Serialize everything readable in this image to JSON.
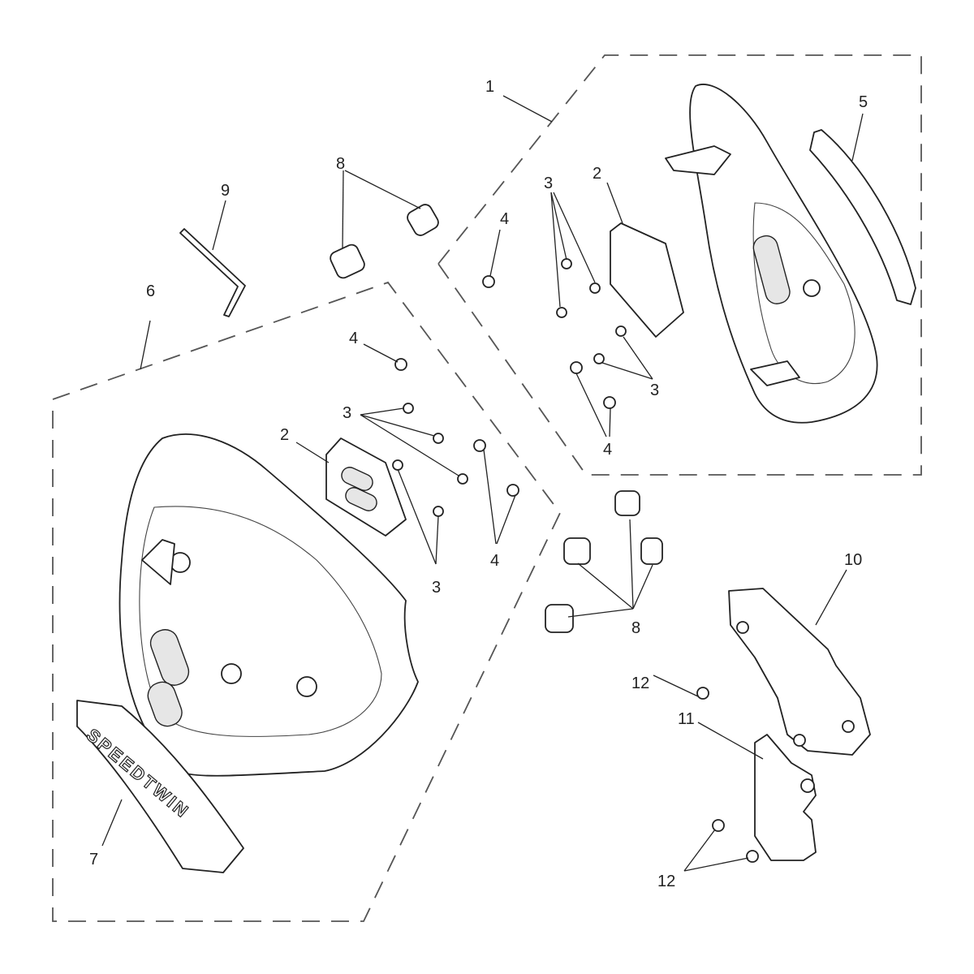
{
  "diagram": {
    "callouts": {
      "c1": "1",
      "c2_upper": "2",
      "c2_lower": "2",
      "c3_upper_a": "3",
      "c3_upper_b": "3",
      "c3_lower_a": "3",
      "c3_lower_b": "3",
      "c4_upper_a": "4",
      "c4_upper_b": "4",
      "c4_lower_a": "4",
      "c4_lower_b": "4",
      "c5": "5",
      "c6": "6",
      "c7": "7",
      "c8_upper": "8",
      "c8_lower": "8",
      "c9": "9",
      "c10": "10",
      "c11": "11",
      "c12_upper": "12",
      "c12_lower": "12"
    },
    "badge_text": "SPEEDTWIN"
  }
}
